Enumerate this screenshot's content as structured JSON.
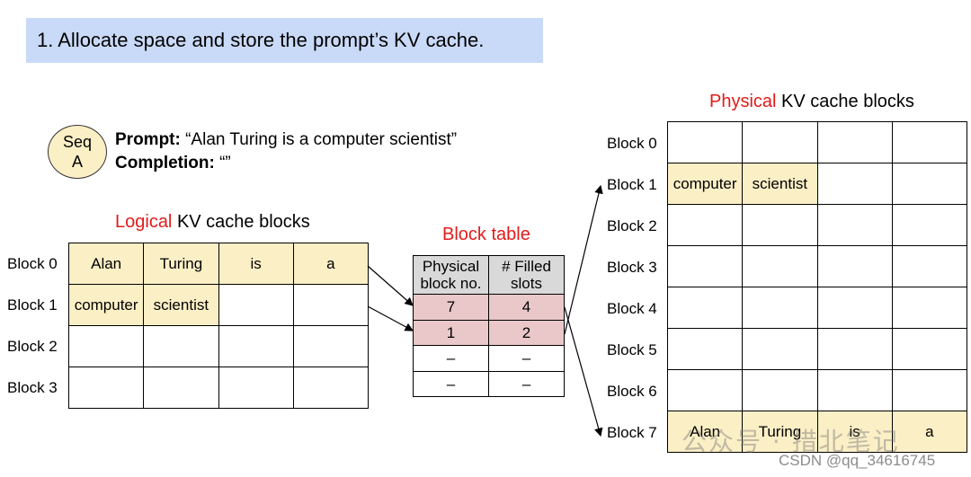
{
  "title": "1. Allocate space and store the prompt’s KV cache.",
  "sequence": {
    "label_line1": "Seq",
    "label_line2": "A",
    "prompt_label": "Prompt:",
    "prompt_text": "“Alan Turing is a computer scientist”",
    "completion_label": "Completion:",
    "completion_text": "“”"
  },
  "logical": {
    "title_red": "Logical",
    "title_rest": " KV cache blocks",
    "blocks": [
      {
        "label": "Block 0",
        "cells": [
          "Alan",
          "Turing",
          "is",
          "a"
        ]
      },
      {
        "label": "Block 1",
        "cells": [
          "computer",
          "scientist",
          "",
          ""
        ]
      },
      {
        "label": "Block 2",
        "cells": [
          "",
          "",
          "",
          ""
        ]
      },
      {
        "label": "Block 3",
        "cells": [
          "",
          "",
          "",
          ""
        ]
      }
    ]
  },
  "block_table": {
    "title": "Block table",
    "header_col1": "Physical block no.",
    "header_col2": "# Filled slots",
    "rows": [
      {
        "physical": "7",
        "filled": "4"
      },
      {
        "physical": "1",
        "filled": "2"
      },
      {
        "physical": "–",
        "filled": "–"
      },
      {
        "physical": "–",
        "filled": "–"
      }
    ]
  },
  "physical": {
    "title_red": "Physical",
    "title_rest": " KV cache blocks",
    "blocks": [
      {
        "label": "Block 0",
        "cells": [
          "",
          "",
          "",
          ""
        ]
      },
      {
        "label": "Block 1",
        "cells": [
          "computer",
          "scientist",
          "",
          ""
        ]
      },
      {
        "label": "Block 2",
        "cells": [
          "",
          "",
          "",
          ""
        ]
      },
      {
        "label": "Block 3",
        "cells": [
          "",
          "",
          "",
          ""
        ]
      },
      {
        "label": "Block 4",
        "cells": [
          "",
          "",
          "",
          ""
        ]
      },
      {
        "label": "Block 5",
        "cells": [
          "",
          "",
          "",
          ""
        ]
      },
      {
        "label": "Block 6",
        "cells": [
          "",
          "",
          "",
          ""
        ]
      },
      {
        "label": "Block 7",
        "cells": [
          "Alan",
          "Turing",
          "is",
          "a"
        ]
      }
    ]
  },
  "watermark": {
    "text": "公众号 · 措北笔记",
    "credit": "CSDN @qq_34616745"
  },
  "colors": {
    "accent_red": "#e31b1b",
    "filled_cell": "#fbefc6",
    "banner": "#c9daf8",
    "table_used_row": "#eac8ca",
    "table_header": "#d9d9d9"
  }
}
